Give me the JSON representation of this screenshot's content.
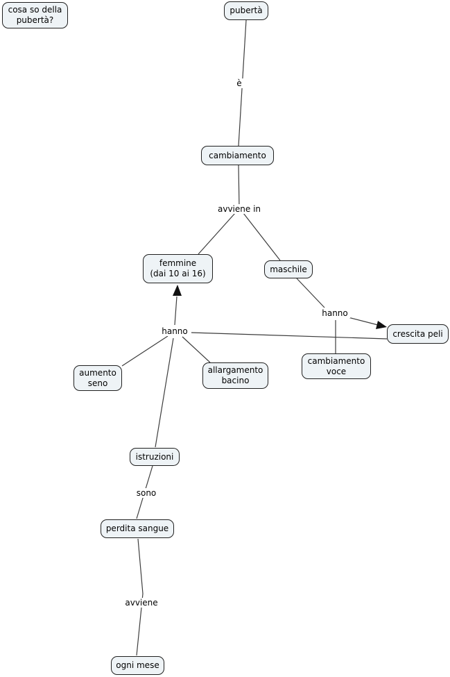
{
  "diagram": {
    "kind": "concept-map",
    "language": "it",
    "topic": "pubertà"
  },
  "colors": {
    "node_fill": "#eef3f6",
    "node_border": "#1f1f1f",
    "line": "#3c3c3c",
    "canvas": "#ffffff"
  },
  "nodes": {
    "question": {
      "label": "cosa so della\npubertà?"
    },
    "puberta": {
      "label": "pubertà"
    },
    "cambiamento": {
      "label": "cambiamento"
    },
    "femmine": {
      "label": "femmine\n(dai 10 ai 16)"
    },
    "maschile": {
      "label": "maschile"
    },
    "crescita_peli": {
      "label": "crescita peli"
    },
    "cambiamento_voce": {
      "label": "cambiamento\nvoce"
    },
    "aumento_seno": {
      "label": "aumento\nseno"
    },
    "allargamento_bacino": {
      "label": "allargamento\nbacino"
    },
    "istruzioni": {
      "label": "istruzioni"
    },
    "perdita_sangue": {
      "label": "perdita sangue"
    },
    "ogni_mese": {
      "label": "ogni mese"
    }
  },
  "links": {
    "e": {
      "label": "è"
    },
    "avviene_in": {
      "label": "avviene in"
    },
    "hanno_femmine": {
      "label": "hanno"
    },
    "hanno_maschile": {
      "label": "hanno"
    },
    "sono": {
      "label": "sono"
    },
    "avviene": {
      "label": "avviene"
    }
  },
  "edges": [
    {
      "from": "pubertà",
      "link": "è",
      "to": "cambiamento"
    },
    {
      "from": "cambiamento",
      "link": "avviene in",
      "to": "femmine (dai 10 ai 16)"
    },
    {
      "from": "cambiamento",
      "link": "avviene in",
      "to": "maschile"
    },
    {
      "from": "femmine (dai 10 ai 16)",
      "link": "hanno",
      "to": "aumento seno"
    },
    {
      "from": "femmine (dai 10 ai 16)",
      "link": "hanno",
      "to": "allargamento bacino"
    },
    {
      "from": "femmine (dai 10 ai 16)",
      "link": "hanno",
      "to": "istruzioni"
    },
    {
      "from": "femmine (dai 10 ai 16)",
      "link": "hanno",
      "to": "crescita peli"
    },
    {
      "from": "maschile",
      "link": "hanno",
      "to": "crescita peli"
    },
    {
      "from": "maschile",
      "link": "hanno",
      "to": "cambiamento voce"
    },
    {
      "from": "istruzioni",
      "link": "sono",
      "to": "perdita sangue"
    },
    {
      "from": "perdita sangue",
      "link": "avviene",
      "to": "ogni mese"
    }
  ]
}
